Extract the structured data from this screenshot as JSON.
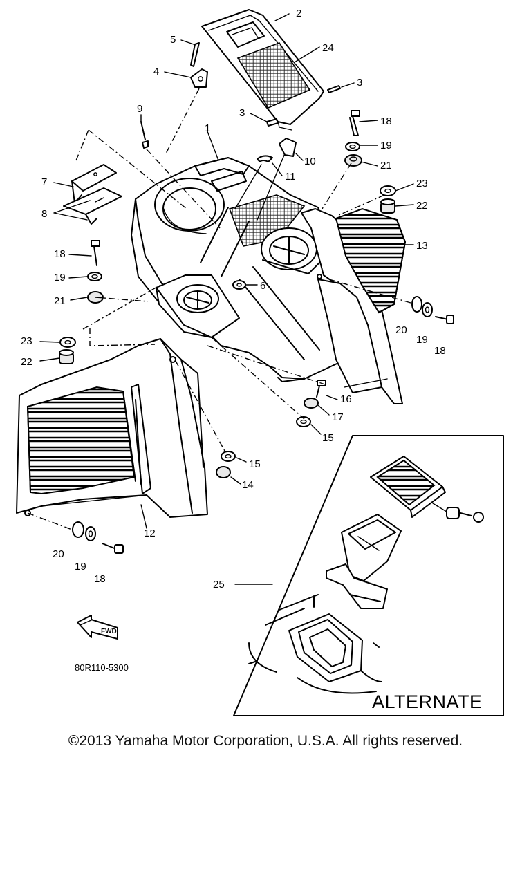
{
  "callouts": [
    {
      "id": "c2",
      "text": "2"
    },
    {
      "id": "c24",
      "text": "24"
    },
    {
      "id": "c3a",
      "text": "3"
    },
    {
      "id": "c3b",
      "text": "3"
    },
    {
      "id": "c5",
      "text": "5"
    },
    {
      "id": "c4",
      "text": "4"
    },
    {
      "id": "c9",
      "text": "9"
    },
    {
      "id": "c1",
      "text": "1"
    },
    {
      "id": "c18a",
      "text": "18"
    },
    {
      "id": "c19a",
      "text": "19"
    },
    {
      "id": "c21a",
      "text": "21"
    },
    {
      "id": "c10",
      "text": "10"
    },
    {
      "id": "c11",
      "text": "11"
    },
    {
      "id": "c7",
      "text": "7"
    },
    {
      "id": "c8",
      "text": "8"
    },
    {
      "id": "c23a",
      "text": "23"
    },
    {
      "id": "c22a",
      "text": "22"
    },
    {
      "id": "c13",
      "text": "13"
    },
    {
      "id": "c18b",
      "text": "18"
    },
    {
      "id": "c19b",
      "text": "19"
    },
    {
      "id": "c21b",
      "text": "21"
    },
    {
      "id": "c6",
      "text": "6"
    },
    {
      "id": "c20a",
      "text": "20"
    },
    {
      "id": "c19c",
      "text": "19"
    },
    {
      "id": "c18c",
      "text": "18"
    },
    {
      "id": "c23b",
      "text": "23"
    },
    {
      "id": "c22b",
      "text": "22"
    },
    {
      "id": "c16",
      "text": "16"
    },
    {
      "id": "c17",
      "text": "17"
    },
    {
      "id": "c15a",
      "text": "15"
    },
    {
      "id": "c15b",
      "text": "15"
    },
    {
      "id": "c14",
      "text": "14"
    },
    {
      "id": "c12",
      "text": "12"
    },
    {
      "id": "c20b",
      "text": "20"
    },
    {
      "id": "c19d",
      "text": "19"
    },
    {
      "id": "c18d",
      "text": "18"
    },
    {
      "id": "c25",
      "text": "25"
    }
  ],
  "alternate_label": "ALTERNATE",
  "diagram_code": "80R110-5300",
  "fwd_label": "FWD",
  "copyright": "©2013 Yamaha Motor Corporation, U.S.A. All rights reserved."
}
